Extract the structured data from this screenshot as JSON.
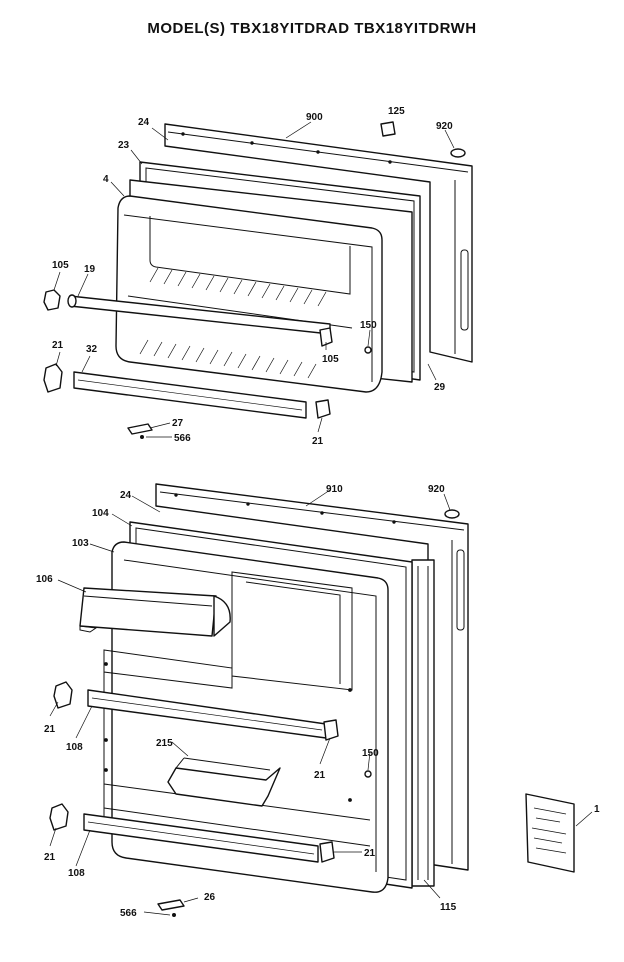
{
  "header": {
    "title": "MODEL(S) TBX18YITDRAD  TBX18YITDRWH"
  },
  "top": {
    "callouts": [
      "900",
      "125",
      "920",
      "24",
      "23",
      "4",
      "105",
      "19",
      "21",
      "32",
      "150",
      "105",
      "29",
      "27",
      "566",
      "21"
    ]
  },
  "bottom": {
    "callouts": [
      "910",
      "920",
      "24",
      "104",
      "103",
      "106",
      "21",
      "108",
      "215",
      "150",
      "21",
      "21",
      "108",
      "21",
      "26",
      "566",
      "115",
      "1"
    ]
  }
}
